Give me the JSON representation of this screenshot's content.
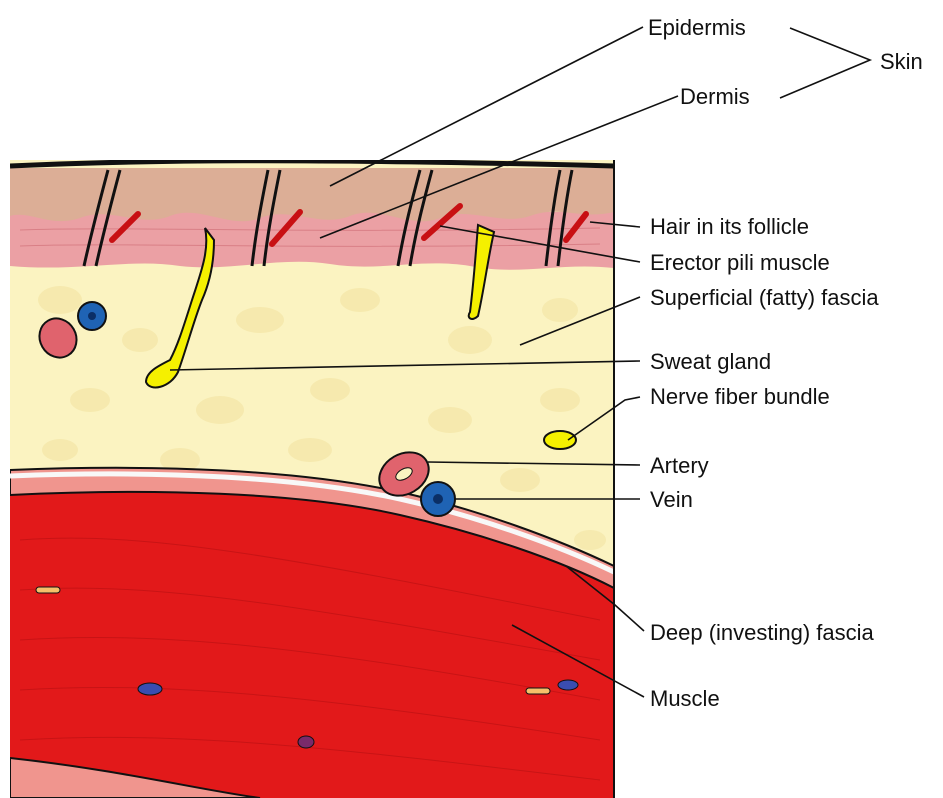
{
  "labels": {
    "epidermis": "Epidermis",
    "dermis": "Dermis",
    "skin": "Skin",
    "hair": "Hair in its follicle",
    "erector": "Erector pili muscle",
    "superficial_fascia": "Superficial (fatty) fascia",
    "sweat_gland": "Sweat gland",
    "nerve": "Nerve fiber bundle",
    "artery": "Artery",
    "vein": "Vein",
    "deep_fascia": "Deep (investing) fascia",
    "muscle": "Muscle"
  },
  "colors": {
    "epidermis": "#dcae96",
    "dermis": "#eba0a4",
    "fat": "#fbf3c1",
    "muscle": "#e2191a",
    "fascia": "#f0958e",
    "gland": "#f5f000",
    "artery": "#e0636d",
    "vein": "#1f63b4",
    "outline": "#111111"
  }
}
